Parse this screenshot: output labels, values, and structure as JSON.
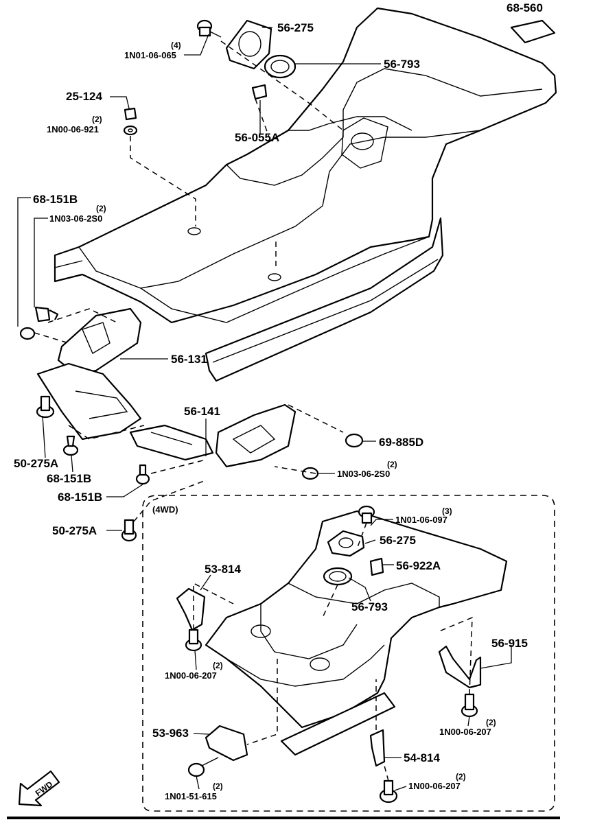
{
  "labels": {
    "p68_560": "68-560",
    "p56_275_top": "56-275",
    "q_4": "(4)",
    "p1N01_06_065": "1N01-06-065",
    "p56_793_top": "56-793",
    "p25_124": "25-124",
    "q_2_a": "(2)",
    "p1N00_06_921": "1N00-06-921",
    "p56_055A": "56-055A",
    "p68_151B_top": "68-151B",
    "q_2_b": "(2)",
    "p1N03_06_2S0_top": "1N03-06-2S0",
    "p56_131": "56-131",
    "p56_141": "56-141",
    "p69_885D": "69-885D",
    "q_2_c": "(2)",
    "p1N03_06_2S0_mid": "1N03-06-2S0",
    "p50_275A_left": "50-275A",
    "p68_151B_mid": "68-151B",
    "p68_151B_low": "68-151B",
    "p50_275A_low": "50-275A",
    "frame_4wd": "(4WD)",
    "q_3": "(3)",
    "p1N01_06_097": "1N01-06-097",
    "p56_275_4wd": "56-275",
    "p56_922A": "56-922A",
    "p53_814": "53-814",
    "p56_793_4wd": "56-793",
    "p56_915": "56-915",
    "q_2_d": "(2)",
    "p1N00_06_207_a": "1N00-06-207",
    "q_2_e": "(2)",
    "p1N00_06_207_b": "1N00-06-207",
    "p53_963": "53-963",
    "p54_814": "54-814",
    "q_2_f": "(2)",
    "p1N01_51_615": "1N01-51-615",
    "q_2_g": "(2)",
    "p1N00_06_207_c": "1N00-06-207",
    "fwd": "FWD"
  }
}
